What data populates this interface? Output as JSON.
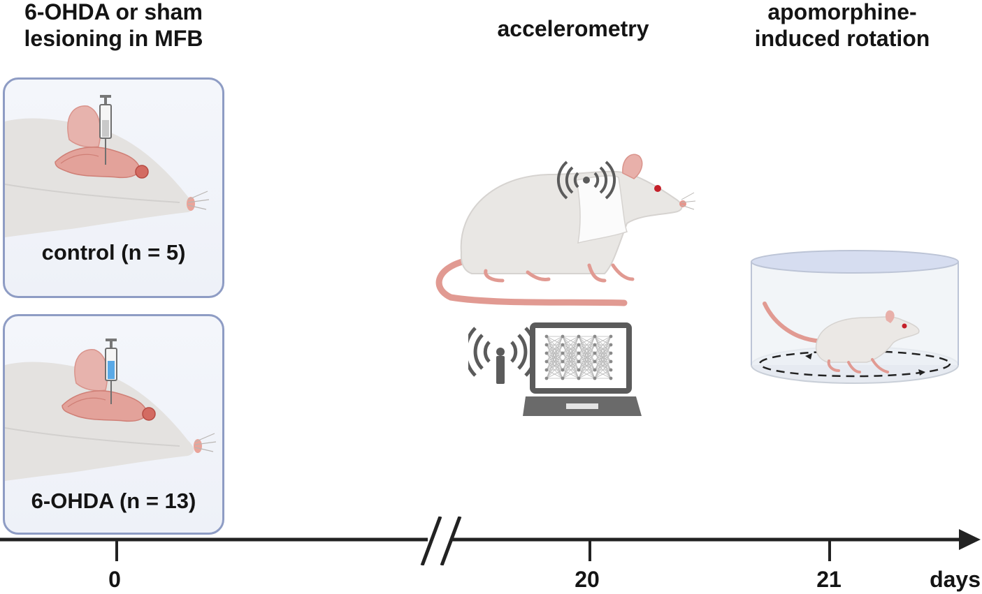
{
  "headings": {
    "lesioning": [
      "6-OHDA or sham",
      "lesioning in MFB"
    ],
    "accelerometry": "accelerometry",
    "rotation": [
      "apomorphine-",
      "induced rotation"
    ]
  },
  "groups": [
    {
      "label": "control (n = 5)",
      "syringe_fluid": "#c9c9c9"
    },
    {
      "label": "6-OHDA (n = 13)",
      "syringe_fluid": "#5aa9e6"
    }
  ],
  "timeline": {
    "ticks": [
      "0",
      "20",
      "21"
    ],
    "unit": "days",
    "axis_break": true
  },
  "icons": {
    "syringe": "syringe-icon",
    "accelerometer": "wireless-signal-icon",
    "receiver": "antenna-icon",
    "laptop": "laptop-neural-network-icon",
    "arena": "rotation-arena-icon"
  },
  "colors": {
    "panel_border": "#8e9cc4",
    "panel_fill": "#f0f3f9",
    "rat_body": "#e9e7e4",
    "rat_pink": "#e8a098",
    "eye_red": "#c4202a",
    "icon_gray": "#5b5b5b",
    "axis": "#222222"
  }
}
